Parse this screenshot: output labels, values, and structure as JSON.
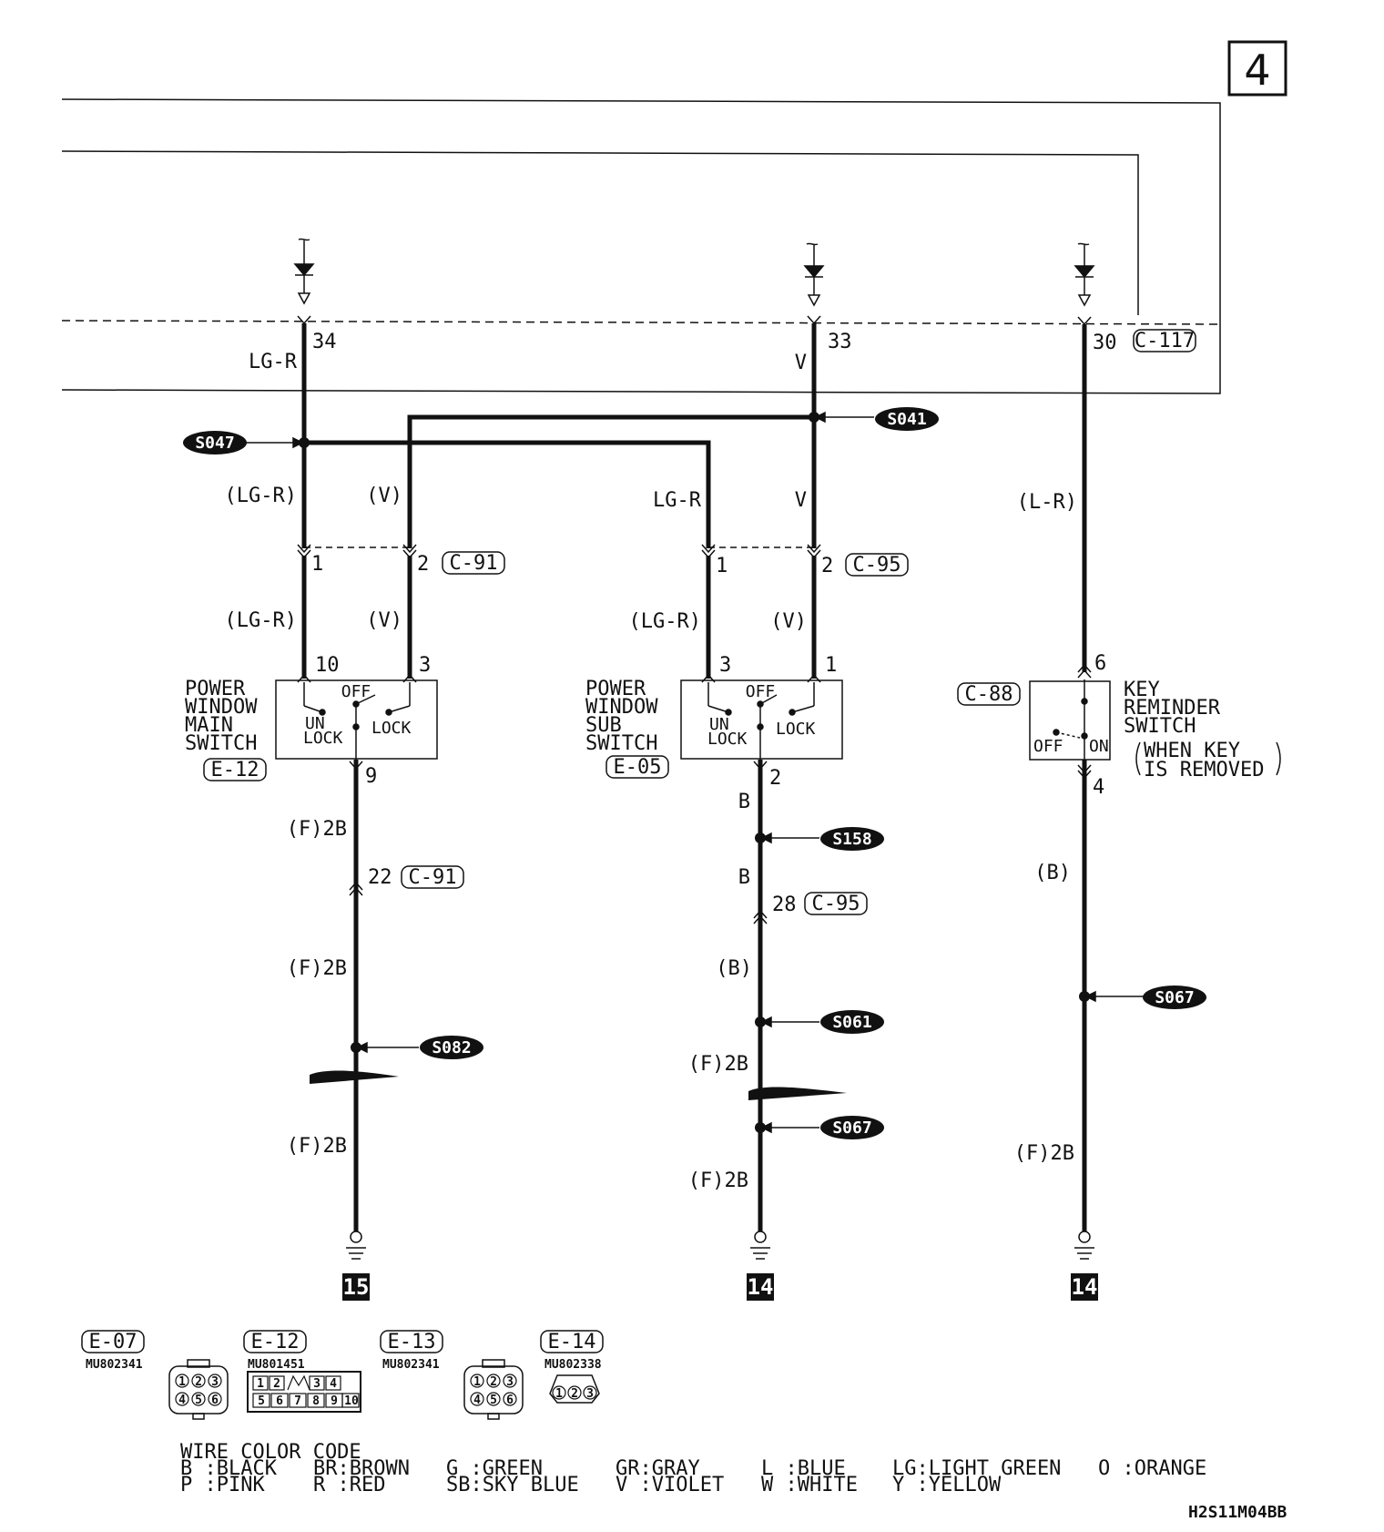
{
  "page_number": "4",
  "drawing_code": "H2S11M04BB",
  "wires": {
    "w34_top": "LG-R",
    "w33_top": "V",
    "w1_upper": "(LG-R)",
    "w2_upper": "(V)",
    "sub_lgr_upper": "LG-R",
    "sub_v_upper": "V",
    "lr": "(L-R)",
    "w1_lower": "(LG-R)",
    "w2_lower": "(V)",
    "sub_lgr_lower": "(LG-R)",
    "sub_v_lower": "(V)",
    "main_f2b_1": "(F)2B",
    "main_f2b_2": "(F)2B",
    "main_f2b_3": "(F)2B",
    "sub_b_1": "B",
    "sub_b_2": "B",
    "sub_b_3": "(B)",
    "sub_f2b_1": "(F)2B",
    "sub_f2b_2": "(F)2B",
    "key_b": "(B)",
    "key_f2b": "(F)2B"
  },
  "pins": {
    "p34": "34",
    "p33": "33",
    "p30": "30",
    "c91_1": "1",
    "c91_2": "2",
    "c95_1": "1",
    "c95_2": "2",
    "main_10": "10",
    "main_3": "3",
    "main_9": "9",
    "sub_3": "3",
    "sub_1": "1",
    "sub_2": "2",
    "key_6": "6",
    "key_4": "4",
    "main_22": "22",
    "sub_28": "28"
  },
  "connectors": {
    "c117": "C-117",
    "c91_a": "C-91",
    "c95_a": "C-95",
    "c91_b": "C-91",
    "c95_b": "C-95",
    "c88": "C-88",
    "e12": "E-12",
    "e05": "E-05"
  },
  "splices": {
    "s047": "S047",
    "s041": "S041",
    "s158": "S158",
    "s082": "S082",
    "s061": "S061",
    "s067_sub": "S067",
    "s067_key": "S067"
  },
  "components": {
    "main_switch": {
      "name_lines": [
        "POWER",
        "WINDOW",
        "MAIN",
        "SWITCH"
      ],
      "off": "OFF",
      "un": "UN",
      "lock_under": "LOCK",
      "lock": "LOCK"
    },
    "sub_switch": {
      "name_lines": [
        "POWER",
        "WINDOW",
        "SUB",
        "SWITCH"
      ],
      "off": "OFF",
      "un": "UN",
      "lock_under": "LOCK",
      "lock": "LOCK"
    },
    "key_switch": {
      "name_lines": [
        "KEY",
        "REMINDER",
        "SWITCH"
      ],
      "note_lines": [
        "WHEN KEY",
        "IS REMOVED"
      ],
      "off": "OFF",
      "on": "ON"
    }
  },
  "grounds": {
    "main": "15",
    "sub": "14",
    "key": "14"
  },
  "connector_views": [
    {
      "id": "E-07",
      "part": "MU802341",
      "pins": [
        "1",
        "2",
        "3",
        "4",
        "5",
        "6"
      ]
    },
    {
      "id": "E-12",
      "part": "MU801451",
      "pins": [
        "1",
        "2",
        "3",
        "4",
        "5",
        "6",
        "7",
        "8",
        "9",
        "10"
      ]
    },
    {
      "id": "E-13",
      "part": "MU802341",
      "pins": [
        "1",
        "2",
        "3",
        "4",
        "5",
        "6"
      ]
    },
    {
      "id": "E-14",
      "part": "MU802338",
      "pins": [
        "1",
        "2",
        "3"
      ]
    }
  ],
  "wire_color_code": {
    "title": "WIRE COLOR CODE",
    "row1": [
      "B :BLACK",
      "BR:BROWN",
      "G :GREEN",
      "GR:GRAY",
      "L :BLUE",
      "LG:LIGHT GREEN",
      "O :ORANGE"
    ],
    "row2": [
      "P :PINK",
      "R :RED",
      "SB:SKY BLUE",
      "V :VIOLET",
      "W :WHITE",
      "Y :YELLOW"
    ]
  }
}
